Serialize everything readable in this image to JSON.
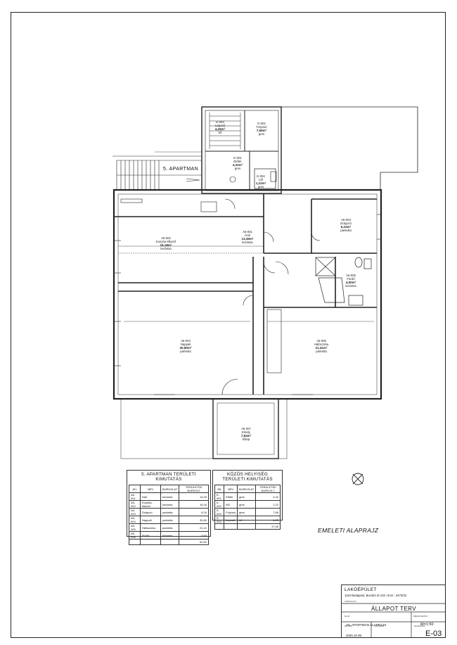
{
  "plan": {
    "apartment_label": "5. APARTMAN",
    "rooms": [
      {
        "id": "E-003",
        "name": "Lépcső",
        "area": "4,25m²",
        "floor": "kő"
      },
      {
        "id": "E-002",
        "name": "Folyosó",
        "area": "7,66m²",
        "floor": "gres"
      },
      {
        "id": "E-001",
        "name": "Előtér",
        "area": "4,32m²",
        "floor": "gres"
      },
      {
        "id": "E-004",
        "name": "Lift",
        "area": "1,22m²",
        "floor": "gres"
      },
      {
        "id": "A5-001",
        "name": "Hall",
        "area": "13,49m²",
        "floor": "kerámia"
      },
      {
        "id": "A5-002",
        "name": "Konyha-étkező",
        "area": "16,18m²",
        "floor": "kerámia"
      },
      {
        "id": "A5-003",
        "name": "Dolgozó",
        "area": "6,24m²",
        "floor": "parketta"
      },
      {
        "id": "A5-005",
        "name": "Fürdő",
        "area": "4,50m²",
        "floor": "kerámia"
      },
      {
        "id": "A5-004",
        "name": "Nappali",
        "area": "30,80m²",
        "floor": "parketta"
      },
      {
        "id": "A5-006",
        "name": "Hálószoba",
        "area": "21,41m²",
        "floor": "parketta"
      },
      {
        "id": "A5-007",
        "name": "Erkély",
        "area": "7,84m²",
        "floor": "kőlap"
      }
    ]
  },
  "table1": {
    "title_line1": "5. APARTMAN TERÜLETI",
    "title_line2": "KIMUTATÁS",
    "headers": [
      "JEL",
      "NÉV",
      "BURKOLAT",
      "TERÜLETEK BURKOLT"
    ],
    "rows": [
      [
        "A5-001",
        "Hall",
        "kerámia",
        "13,49"
      ],
      [
        "A5-002",
        "Konyha-étkező",
        "kerámia",
        "16,18"
      ],
      [
        "A5-003",
        "Dolgozó",
        "parketta",
        "6,24"
      ],
      [
        "A5-004",
        "Nappali",
        "parketta",
        "30,80"
      ],
      [
        "A5-005",
        "Hálószoba",
        "parketta",
        "21,41"
      ],
      [
        "A5-006",
        "Fürdő",
        "kerámia",
        "4,50"
      ]
    ],
    "total": "92,62"
  },
  "table2": {
    "title_line1": "KÖZÖS HELYISÉG",
    "title_line2": "TERÜLETI KIMUTATÁS",
    "headers": [
      "JEL",
      "NÉV",
      "BURKOLAT",
      "TERÜLETEK BURKOLT"
    ],
    "rows": [
      [
        "E-001",
        "Előtér",
        "gres",
        "4,32"
      ],
      [
        "E-002",
        "WC",
        "gres",
        "1,22"
      ],
      [
        "E-003",
        "Folyosó",
        "gres",
        "7,66"
      ],
      [
        "E-004",
        "Lépcső",
        "kő",
        "4,25"
      ]
    ],
    "total": "17,45"
  },
  "floor_title": "EMELETI ALAPRAJZ",
  "title_block": {
    "building": "LAKÓÉPÜLET",
    "address": "1119 Budapest, Bocskó út 132. Hrsz.: 2473/22",
    "label_plan_type": "TERVFAJTA",
    "status": "ÁLLAPOT TERV",
    "label_name": "RAJZ",
    "drawing_name": "A5. APARTMAN ALAPRAJZ",
    "label_scale": "MÉRETARÁNY",
    "scale": "M=1:50",
    "label_date": "DÁTUM",
    "date": "2025.10.06.",
    "label_designer": "TERVEZŐ",
    "label_sheet": "RAJZSZÁM",
    "sheet_no": "E-03"
  }
}
